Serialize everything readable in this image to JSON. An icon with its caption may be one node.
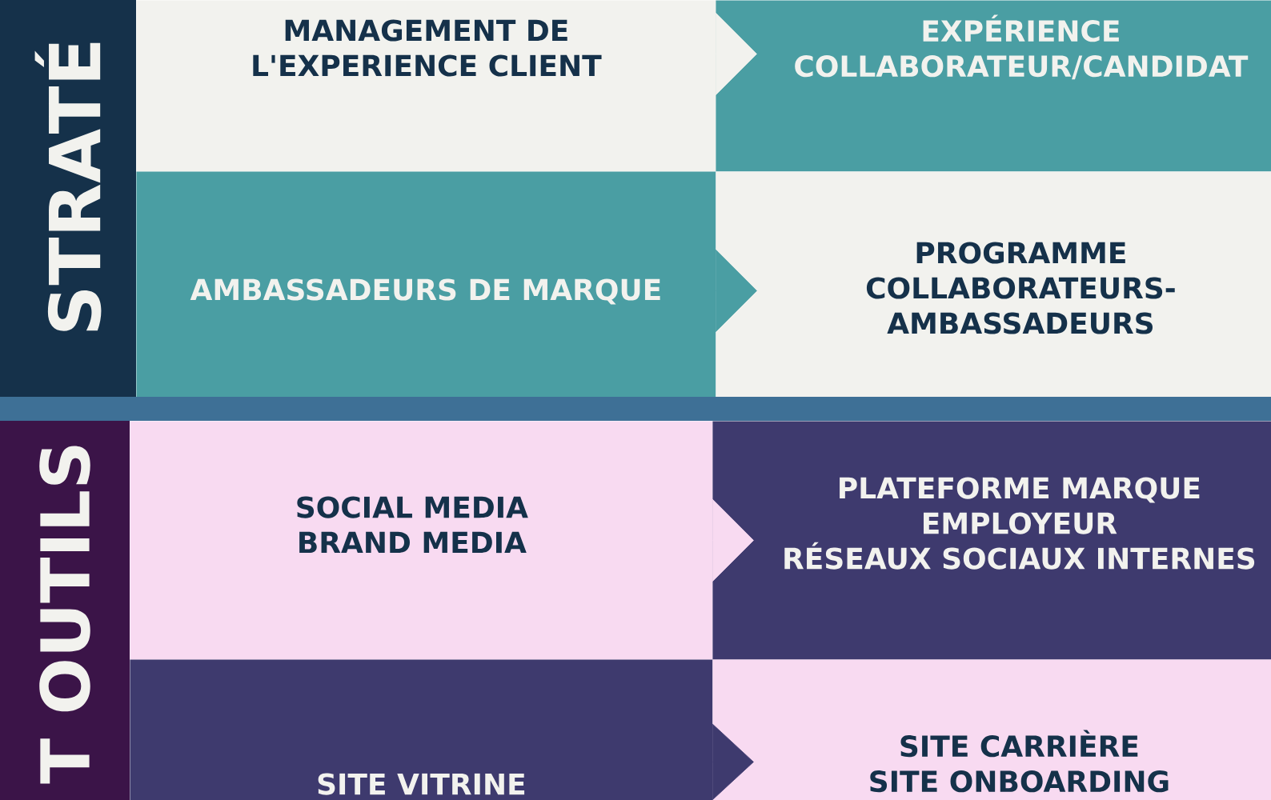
{
  "diagram": {
    "nodes": [
      {
        "text": [
          "STRATÉ"
        ]
      },
      {
        "text": [
          "MANAGEMENT DE L'EXPERIENCE CLIENT"
        ]
      },
      {
        "text": [
          "EXPÉRIENCE COLLABORATEUR/CANDIDAT"
        ]
      },
      {
        "text": [
          "AMBASSADEURS DE MARQUE"
        ]
      },
      {
        "text": [
          "PROGRAMME COLLABORATEURS- AMBASSADEURS"
        ]
      },
      {
        "text": [],
        "shape": "bar"
      },
      {
        "text": [
          "T OUTILS"
        ]
      },
      {
        "text": [
          "SOCIAL MEDIA BRAND MEDIA"
        ]
      },
      {
        "text": [
          "PLATEFORME MARQUE EMPLOYEUR RÉSEAUX SOCIAUX INTERNES"
        ]
      },
      {
        "text": [
          "SITE VITRINE"
        ]
      },
      {
        "text": [
          "SITE CARRIÈRE SITE ONBOARDING"
        ]
      }
    ],
    "edges": [
      {
        "from": 1,
        "to": 2,
        "arrow": "to"
      },
      {
        "from": 3,
        "to": 4,
        "arrow": "to"
      },
      {
        "from": 7,
        "to": 8,
        "arrow": "to"
      },
      {
        "from": 9,
        "to": 10,
        "arrow": "to"
      }
    ]
  }
}
